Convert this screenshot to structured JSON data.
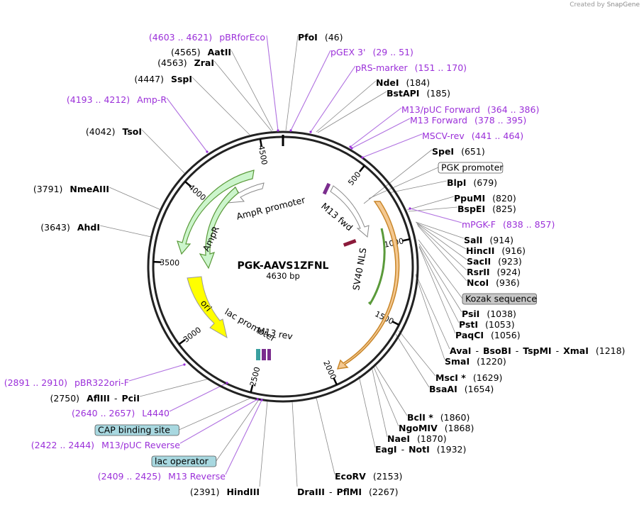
{
  "credit": {
    "created_by": "Created by",
    "brand": "SnapGene"
  },
  "plasmid": {
    "name": "PGK-AAVS1ZFNL",
    "size": "4630 bp"
  },
  "ring_ticks": [
    {
      "label": "500",
      "bp": 500
    },
    {
      "label": "1000",
      "bp": 1000
    },
    {
      "label": "1500",
      "bp": 1500
    },
    {
      "label": "2000",
      "bp": 2000
    },
    {
      "label": "2500",
      "bp": 2500
    },
    {
      "label": "3000",
      "bp": 3000
    },
    {
      "label": "3500",
      "bp": 3500
    },
    {
      "label": "4000",
      "bp": 4000
    },
    {
      "label": "4500",
      "bp": 4500
    }
  ],
  "features": [
    {
      "name": "AmpR promoter",
      "type": "promoter",
      "color": "#ffffff"
    },
    {
      "name": "AmpR",
      "type": "cds",
      "color": "#ccf5cc"
    },
    {
      "name": "ori",
      "type": "rep_origin",
      "color": "#ffff00"
    },
    {
      "name": "lac promoter",
      "type": "promoter",
      "color": "#ffffff"
    },
    {
      "name": "M13 rev",
      "type": "primer_bind",
      "color": "#7b2d8e"
    },
    {
      "name": "M13 fwd",
      "type": "primer_bind",
      "color": "#7b2d8e"
    },
    {
      "name": "SV40 NLS",
      "type": "cds",
      "color": "#8b1a3a"
    }
  ],
  "labels": [
    {
      "id": "pbrforeco",
      "parts": [
        {
          "t": "(4603 .. 4621)",
          "c": "prm"
        },
        {
          "t": "pBRforEco",
          "c": "prm"
        }
      ]
    },
    {
      "id": "pfoi",
      "parts": [
        {
          "t": "PfoI",
          "c": "enz"
        },
        {
          "t": "(46)",
          "c": "pos"
        }
      ]
    },
    {
      "id": "aatii",
      "parts": [
        {
          "t": "(4565)",
          "c": "pos"
        },
        {
          "t": "AatII",
          "c": "enz"
        }
      ]
    },
    {
      "id": "pgex3",
      "parts": [
        {
          "t": "pGEX 3'",
          "c": "prm"
        },
        {
          "t": "(29 .. 51)",
          "c": "prm"
        }
      ]
    },
    {
      "id": "zrai",
      "parts": [
        {
          "t": "(4563)",
          "c": "pos"
        },
        {
          "t": "ZraI",
          "c": "enz"
        }
      ]
    },
    {
      "id": "prsmarker",
      "parts": [
        {
          "t": "pRS-marker",
          "c": "prm"
        },
        {
          "t": "(151 .. 170)",
          "c": "prm"
        }
      ]
    },
    {
      "id": "sspi",
      "parts": [
        {
          "t": "(4447)",
          "c": "pos"
        },
        {
          "t": "SspI",
          "c": "enz"
        }
      ]
    },
    {
      "id": "ndei",
      "parts": [
        {
          "t": "NdeI",
          "c": "enz"
        },
        {
          "t": "(184)",
          "c": "pos"
        }
      ]
    },
    {
      "id": "bstapi",
      "parts": [
        {
          "t": "BstAPI",
          "c": "enz"
        },
        {
          "t": "(185)",
          "c": "pos"
        }
      ]
    },
    {
      "id": "ampr-primer",
      "parts": [
        {
          "t": "(4193 .. 4212)",
          "c": "prm"
        },
        {
          "t": "Amp-R",
          "c": "prm"
        }
      ]
    },
    {
      "id": "m13puc",
      "parts": [
        {
          "t": "M13/pUC Forward",
          "c": "prm"
        },
        {
          "t": "(364 .. 386)",
          "c": "prm"
        }
      ]
    },
    {
      "id": "m13fwd",
      "parts": [
        {
          "t": "M13 Forward",
          "c": "prm"
        },
        {
          "t": "(378 .. 395)",
          "c": "prm"
        }
      ]
    },
    {
      "id": "tsoi",
      "parts": [
        {
          "t": "(4042)",
          "c": "pos"
        },
        {
          "t": "TsoI",
          "c": "enz"
        }
      ]
    },
    {
      "id": "mscvrev",
      "parts": [
        {
          "t": "MSCV-rev",
          "c": "prm"
        },
        {
          "t": "(441 .. 464)",
          "c": "prm"
        }
      ]
    },
    {
      "id": "spei",
      "parts": [
        {
          "t": "SpeI",
          "c": "enz"
        },
        {
          "t": "(651)",
          "c": "pos"
        }
      ]
    },
    {
      "id": "blpi",
      "parts": [
        {
          "t": "BlpI",
          "c": "enz"
        },
        {
          "t": "(679)",
          "c": "pos"
        }
      ]
    },
    {
      "id": "nmeaiii",
      "parts": [
        {
          "t": "(3791)",
          "c": "pos"
        },
        {
          "t": "NmeAIII",
          "c": "enz"
        }
      ]
    },
    {
      "id": "ppumi",
      "parts": [
        {
          "t": "PpuMI",
          "c": "enz"
        },
        {
          "t": "(820)",
          "c": "pos"
        }
      ]
    },
    {
      "id": "bspei",
      "parts": [
        {
          "t": "BspEI",
          "c": "enz"
        },
        {
          "t": "(825)",
          "c": "pos"
        }
      ]
    },
    {
      "id": "mpgkf",
      "parts": [
        {
          "t": "mPGK-F",
          "c": "prm"
        },
        {
          "t": "(838 .. 857)",
          "c": "prm"
        }
      ]
    },
    {
      "id": "ahdi",
      "parts": [
        {
          "t": "(3643)",
          "c": "pos"
        },
        {
          "t": "AhdI",
          "c": "enz"
        }
      ]
    },
    {
      "id": "sali",
      "parts": [
        {
          "t": "SalI",
          "c": "enz"
        },
        {
          "t": "(914)",
          "c": "pos"
        }
      ]
    },
    {
      "id": "hincii",
      "parts": [
        {
          "t": "HincII",
          "c": "enz"
        },
        {
          "t": "(916)",
          "c": "pos"
        }
      ]
    },
    {
      "id": "saci",
      "parts": [
        {
          "t": "SacII",
          "c": "enz"
        },
        {
          "t": "(923)",
          "c": "pos"
        }
      ]
    },
    {
      "id": "rsrii",
      "parts": [
        {
          "t": "RsrII",
          "c": "enz"
        },
        {
          "t": "(924)",
          "c": "pos"
        }
      ]
    },
    {
      "id": "ncoi",
      "parts": [
        {
          "t": "NcoI",
          "c": "enz"
        },
        {
          "t": "(936)",
          "c": "pos"
        }
      ]
    },
    {
      "id": "psii",
      "parts": [
        {
          "t": "PsiI",
          "c": "enz"
        },
        {
          "t": "(1038)",
          "c": "pos"
        }
      ]
    },
    {
      "id": "psti",
      "parts": [
        {
          "t": "PstI",
          "c": "enz"
        },
        {
          "t": "(1053)",
          "c": "pos"
        }
      ]
    },
    {
      "id": "paqci",
      "parts": [
        {
          "t": "PaqCI",
          "c": "enz"
        },
        {
          "t": "(1056)",
          "c": "pos"
        }
      ]
    },
    {
      "id": "avai",
      "parts": [
        {
          "t": "AvaI",
          "c": "enz"
        },
        {
          "t": "-",
          "c": "pos"
        },
        {
          "t": "BsoBI",
          "c": "enz"
        },
        {
          "t": "-",
          "c": "pos"
        },
        {
          "t": "TspMI",
          "c": "enz"
        },
        {
          "t": "-",
          "c": "pos"
        },
        {
          "t": "XmaI",
          "c": "enz"
        },
        {
          "t": "(1218)",
          "c": "pos"
        }
      ]
    },
    {
      "id": "smai",
      "parts": [
        {
          "t": "SmaI",
          "c": "enz"
        },
        {
          "t": "(1220)",
          "c": "pos"
        }
      ]
    },
    {
      "id": "msci",
      "parts": [
        {
          "t": "MscI *",
          "c": "enz"
        },
        {
          "t": "(1629)",
          "c": "pos"
        }
      ]
    },
    {
      "id": "bsaai",
      "parts": [
        {
          "t": "BsaAI",
          "c": "enz"
        },
        {
          "t": "(1654)",
          "c": "pos"
        }
      ]
    },
    {
      "id": "pbr322",
      "parts": [
        {
          "t": "(2891 .. 2910)",
          "c": "prm"
        },
        {
          "t": "pBR322ori-F",
          "c": "prm"
        }
      ]
    },
    {
      "id": "afliii",
      "parts": [
        {
          "t": "(2750)",
          "c": "pos"
        },
        {
          "t": "AflIII",
          "c": "enz"
        },
        {
          "t": "-",
          "c": "pos"
        },
        {
          "t": "PciI",
          "c": "enz"
        }
      ]
    },
    {
      "id": "l4440",
      "parts": [
        {
          "t": "(2640 .. 2657)",
          "c": "prm"
        },
        {
          "t": "L4440",
          "c": "prm"
        }
      ]
    },
    {
      "id": "bcli",
      "parts": [
        {
          "t": "BclI *",
          "c": "enz"
        },
        {
          "t": "(1860)",
          "c": "pos"
        }
      ]
    },
    {
      "id": "ngomiv",
      "parts": [
        {
          "t": "NgoMIV",
          "c": "enz"
        },
        {
          "t": "(1868)",
          "c": "pos"
        }
      ]
    },
    {
      "id": "m13pucrev",
      "parts": [
        {
          "t": "(2422 .. 2444)",
          "c": "prm"
        },
        {
          "t": "M13/pUC Reverse",
          "c": "prm"
        }
      ]
    },
    {
      "id": "naei",
      "parts": [
        {
          "t": "NaeI",
          "c": "enz"
        },
        {
          "t": "(1870)",
          "c": "pos"
        }
      ]
    },
    {
      "id": "eagi",
      "parts": [
        {
          "t": "EagI",
          "c": "enz"
        },
        {
          "t": "-",
          "c": "pos"
        },
        {
          "t": "NotI",
          "c": "enz"
        },
        {
          "t": "(1932)",
          "c": "pos"
        }
      ]
    },
    {
      "id": "m13reverse",
      "parts": [
        {
          "t": "(2409 .. 2425)",
          "c": "prm"
        },
        {
          "t": "M13 Reverse",
          "c": "prm"
        }
      ]
    },
    {
      "id": "ecorv",
      "parts": [
        {
          "t": "EcoRV",
          "c": "enz"
        },
        {
          "t": "(2153)",
          "c": "pos"
        }
      ]
    },
    {
      "id": "hindiii",
      "parts": [
        {
          "t": "(2391)",
          "c": "pos"
        },
        {
          "t": "HindIII",
          "c": "enz"
        }
      ]
    },
    {
      "id": "draiii",
      "parts": [
        {
          "t": "DraIII",
          "c": "enz"
        },
        {
          "t": "-",
          "c": "pos"
        },
        {
          "t": "PflMI",
          "c": "enz"
        },
        {
          "t": "(2267)",
          "c": "pos"
        }
      ]
    }
  ],
  "boxed_labels": [
    {
      "id": "pgkpromoter",
      "text": "PGK promoter",
      "fill": "#ffffff"
    },
    {
      "id": "kozak",
      "text": "Kozak sequence",
      "fill": "#c8c8c8"
    },
    {
      "id": "capsite",
      "text": "CAP binding site",
      "fill": "#a8d8e0"
    },
    {
      "id": "lacop",
      "text": "lac operator",
      "fill": "#a8d8e0"
    }
  ]
}
